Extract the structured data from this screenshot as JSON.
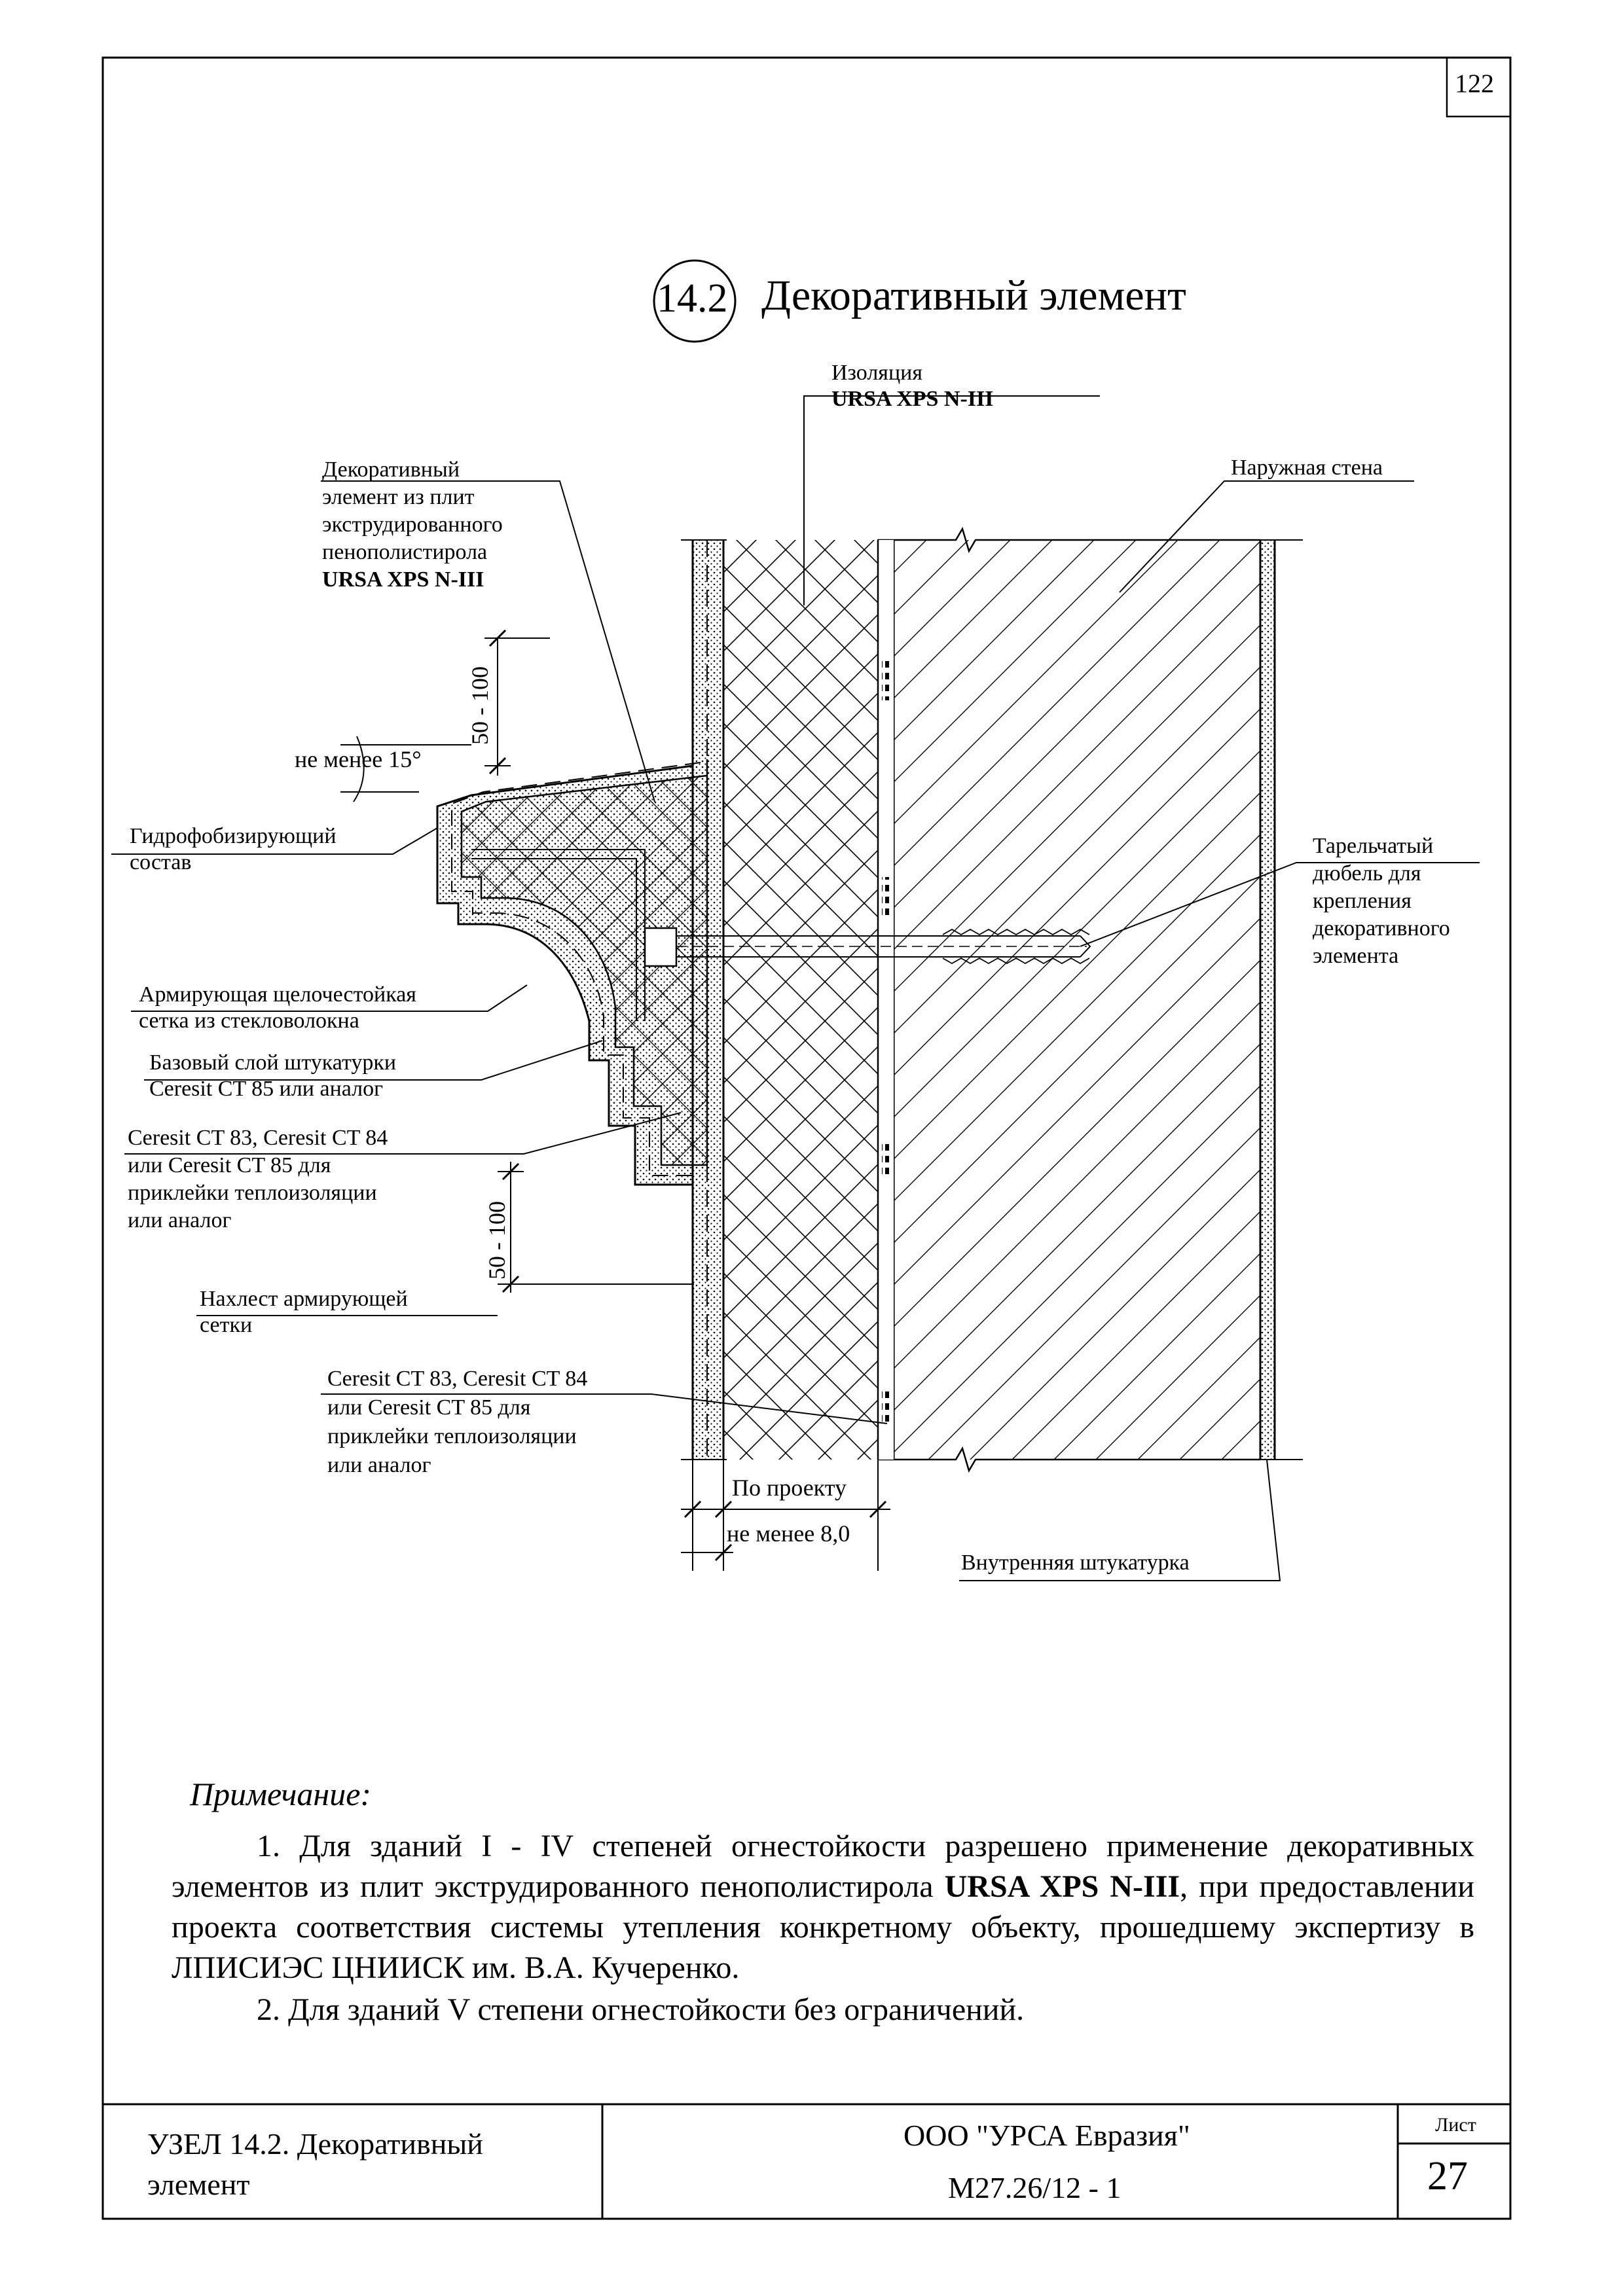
{
  "page_number": "122",
  "detail": {
    "marker": "14.2",
    "title": "Декоративный элемент"
  },
  "labels": {
    "insulation_line1": "Изоляция",
    "insulation_line2": "URSA XPS N-III",
    "outer_wall": "Наружная стена",
    "deco_line1": "Декоративный",
    "deco_line2": "элемент из плит",
    "deco_line3": "экструдированного",
    "deco_line4": "пенополистирола",
    "deco_line5": "URSA XPS N-III",
    "slope": "не менее 15°",
    "hydro_line1": "Гидрофобизирующий",
    "hydro_line2": "состав",
    "dowel_line1": "Тарельчатый",
    "dowel_line2": "дюбель  для",
    "dowel_line3": "крепления",
    "dowel_line4": "декоративного",
    "dowel_line5": "элемента",
    "mesh_line1": "Армирующая  щелочестойкая",
    "mesh_line2": "сетка из стекловолокна",
    "base_line1": "Базовый  слой  штукатурки",
    "base_line2": "Ceresit CT 85 или аналог",
    "glue1_line1": "Ceresit CT 83, Ceresit CT 84",
    "glue1_line2": "или Ceresit CT 85 для",
    "glue1_line3": "приклейки теплоизоляции",
    "glue1_line4": "или аналог",
    "overlap_line1": "Нахлест  армирующей",
    "overlap_line2": "сетки",
    "glue2_line1": "Ceresit CT 83, Ceresit CT 84",
    "glue2_line2": "или Ceresit CT 85 для",
    "glue2_line3": "приклейки теплоизоляции",
    "glue2_line4": "или аналог",
    "by_project": "По проекту",
    "min_8": "не менее 8,0",
    "inner_plaster": "Внутренняя штукатурка",
    "dim_top": "50 - 100",
    "dim_bottom": "50 - 100"
  },
  "note": {
    "heading": "Примечание:",
    "p1_a": "1. Для зданий I - IV степеней огнестойкости разрешено применение декоративных элементов из плит экструдированного пенополистирола ",
    "p1_bold": "URSA XPS N-III",
    "p1_b": ", при предоставлении проекта соответствия системы утепления конкретному объекту, прошедшему экспертизу в ЛПИСИЭС ЦНИИСК им. В.А. Кучеренко.",
    "p2": "2. Для зданий V степени огнестойкости без ограничений."
  },
  "stamp": {
    "title_line1": "УЗЕЛ 14.2. Декоративный",
    "title_line2": "элемент",
    "company": "ООО \"УРСА Евразия\"",
    "code": "М27.26/12 - 1",
    "sheet_label": "Лист",
    "sheet_no": "27"
  }
}
